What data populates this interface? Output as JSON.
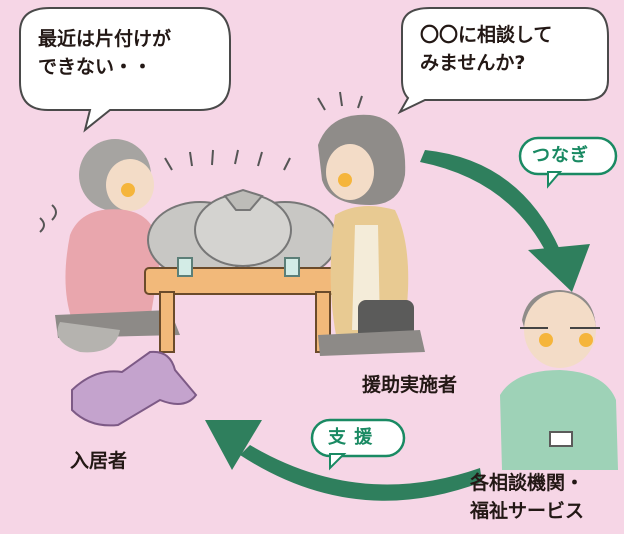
{
  "bubble_left": {
    "text": "最近は片付けが\nできない・・"
  },
  "bubble_right": {
    "text": "〇〇に相談して\nみませんか?"
  },
  "tag_top": {
    "text": "つなぎ"
  },
  "tag_bottom": {
    "text": "支 援"
  },
  "labels": {
    "worker": "援助実施者",
    "resident": "入居者",
    "agency": "各相談機関・\n福祉サービス"
  },
  "colors": {
    "background": "#f6d6e6",
    "arrow": "#2f7f5d",
    "tag_border": "#1a8a63"
  }
}
